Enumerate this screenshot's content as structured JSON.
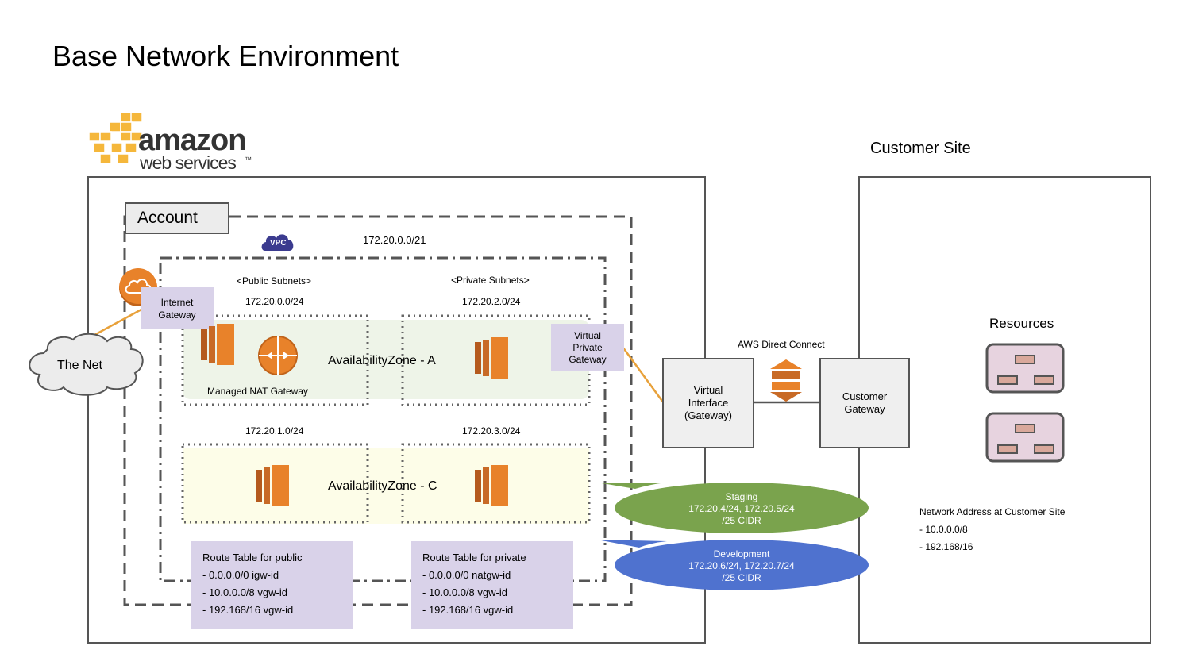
{
  "title": "Base Network Environment",
  "aws_logo": {
    "line1": "amazon",
    "line2": "web services",
    "tm": "™"
  },
  "customer_site_label": "Customer Site",
  "account_label": "Account",
  "vpc_badge": "VPC",
  "vpc_cidr": "172.20.0.0/21",
  "public_subnets_label": "<Public Subnets>",
  "private_subnets_label": "<Private Subnets>",
  "subnet_a_public": "172.20.0.0/24",
  "subnet_a_private": "172.20.2.0/24",
  "subnet_c_public": "172.20.1.0/24",
  "subnet_c_private": "172.20.3.0/24",
  "az_a_label": "AvailabilityZone - A",
  "az_c_label": "AvailabilityZone - C",
  "nat_label": "Managed NAT Gateway",
  "internet_gateway": {
    "line1": "Internet",
    "line2": "Gateway"
  },
  "the_net": "The Net",
  "vpg": {
    "line1": "Virtual",
    "line2": "Private",
    "line3": "Gateway"
  },
  "direct_connect_label": "AWS Direct Connect",
  "virtual_interface": {
    "line1": "Virtual",
    "line2": "Interface",
    "line3": "(Gateway)"
  },
  "customer_gateway": {
    "line1": "Customer",
    "line2": "Gateway"
  },
  "resources_label": "Resources",
  "staging": {
    "line1": "Staging",
    "line2": "172.20.4/24, 172.20.5/24",
    "line3": "/25 CIDR"
  },
  "development": {
    "line1": "Development",
    "line2": "172.20.6/24, 172.20.7/24",
    "line3": "/25 CIDR"
  },
  "route_public": {
    "title": "Route Table for public",
    "rows": [
      "- 0.0.0.0/0 igw-id",
      "- 10.0.0.0/8 vgw-id",
      "- 192.168/16 vgw-id"
    ]
  },
  "route_private": {
    "title": "Route Table for private",
    "rows": [
      "- 0.0.0.0/0 natgw-id",
      "- 10.0.0.0/8 vgw-id",
      "- 192.168/16 vgw-id"
    ]
  },
  "customer_network": {
    "title": "Network Address at Customer Site",
    "rows": [
      "- 10.0.0.0/8",
      "- 192.168/16"
    ]
  },
  "colors": {
    "aws_orange": "#e8822a",
    "staging_green": "#7aa34d",
    "dev_blue": "#4f72cf",
    "lavender": "#d9d2e9",
    "az_a_fill": "#eef4e8",
    "az_c_fill": "#fdfde8",
    "resource_fill": "#e7d3df"
  },
  "icons": [
    "aws-cubes-icon",
    "vpc-cloud-icon",
    "internet-gateway-cloud-icon",
    "ec2-instance-icon",
    "nat-gateway-icon",
    "direct-connect-icon",
    "resource-server-icon"
  ]
}
